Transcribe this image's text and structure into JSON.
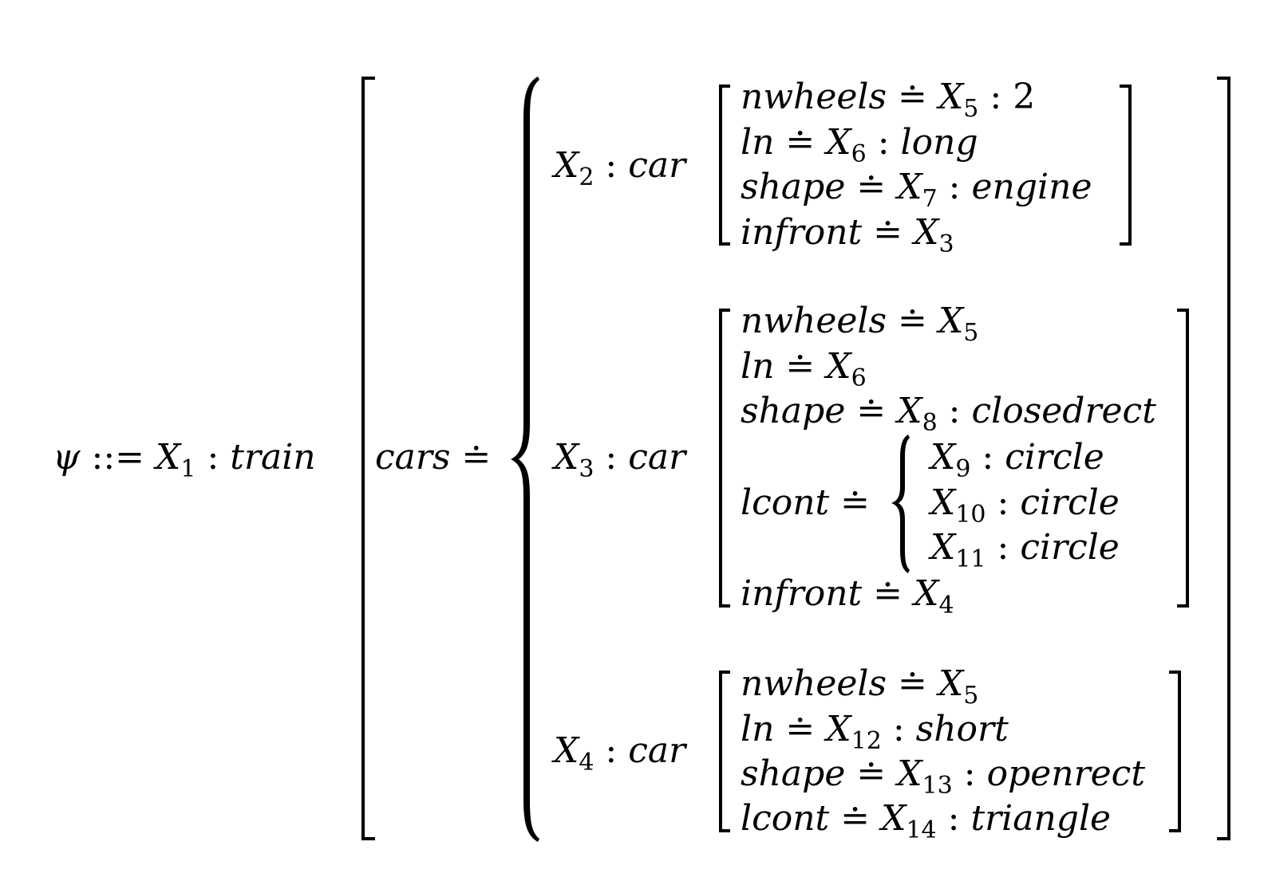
{
  "formula": {
    "lhs": {
      "symbol": "ψ",
      "defines": "::=",
      "var": "X",
      "var_index": "1",
      "colon": ":",
      "type": "train"
    },
    "cars_attr": "cars",
    "dot_eq": "≐",
    "colon": ":",
    "cars": [
      {
        "var": "X",
        "index": "2",
        "type": "car",
        "features": [
          {
            "attr": "nwheels",
            "var": "X",
            "index": "5",
            "value": "2"
          },
          {
            "attr": "ln",
            "var": "X",
            "index": "6",
            "value": "long"
          },
          {
            "attr": "shape",
            "var": "X",
            "index": "7",
            "value": "engine"
          },
          {
            "attr": "infront",
            "var": "X",
            "index": "3",
            "value": ""
          }
        ]
      },
      {
        "var": "X",
        "index": "3",
        "type": "car",
        "features": [
          {
            "attr": "nwheels",
            "var": "X",
            "index": "5",
            "value": ""
          },
          {
            "attr": "ln",
            "var": "X",
            "index": "6",
            "value": ""
          },
          {
            "attr": "shape",
            "var": "X",
            "index": "8",
            "value": "closedrect"
          }
        ],
        "lcont": {
          "attr": "lcont",
          "items": [
            {
              "var": "X",
              "index": "9",
              "type": "circle"
            },
            {
              "var": "X",
              "index": "10",
              "type": "circle"
            },
            {
              "var": "X",
              "index": "11",
              "type": "circle"
            }
          ]
        },
        "last": {
          "attr": "infront",
          "var": "X",
          "index": "4"
        }
      },
      {
        "var": "X",
        "index": "4",
        "type": "car",
        "features": [
          {
            "attr": "nwheels",
            "var": "X",
            "index": "5",
            "value": ""
          },
          {
            "attr": "ln",
            "var": "X",
            "index": "12",
            "value": "short"
          },
          {
            "attr": "shape",
            "var": "X",
            "index": "13",
            "value": "openrect"
          },
          {
            "attr": "lcont",
            "var": "X",
            "index": "14",
            "value": "triangle"
          }
        ]
      }
    ]
  }
}
